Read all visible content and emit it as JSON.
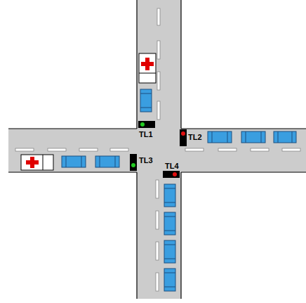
{
  "diagram": {
    "labels": [
      "TL1",
      "TL2",
      "TL3",
      "TL4"
    ]
  }
}
